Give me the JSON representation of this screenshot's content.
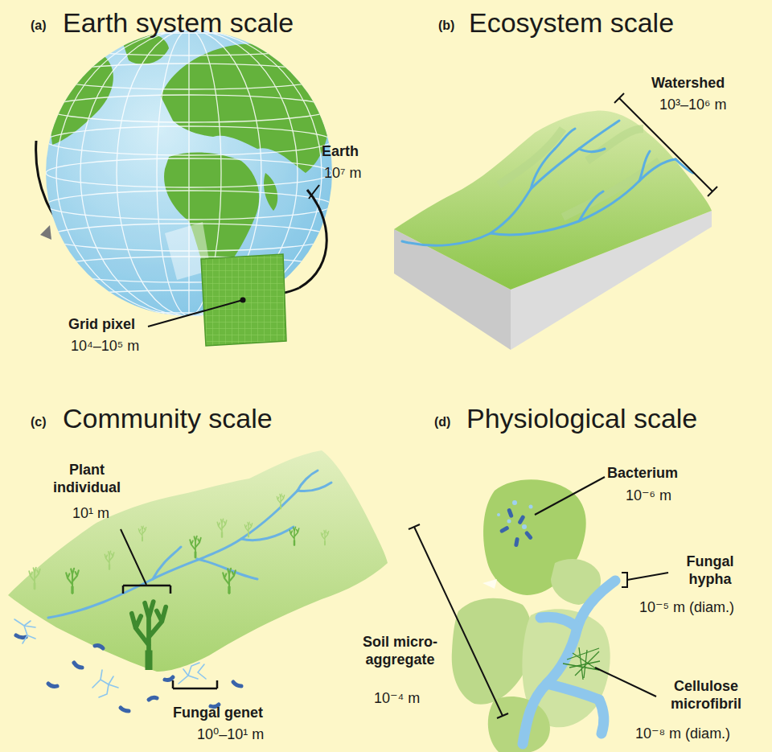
{
  "diagram": {
    "labels": [
      "(a)",
      "Earth system scale",
      "Earth",
      "10⁷ m",
      "Grid pixel",
      "10⁴–10⁵ m",
      "(b)",
      "Ecosystem scale",
      "Watershed",
      "10³–10⁶ m",
      "(c)",
      "Community scale",
      "Plant individual",
      "10¹ m",
      "Fungal genet",
      "10⁰–10¹ m",
      "(d)",
      "Physiological scale",
      "Bacterium",
      "10⁻⁶ m",
      "Fungal hypha",
      "10⁻⁵ m (diam.)",
      "Soil micro-aggregate",
      "10⁻⁴ m",
      "Cellulose microfibril",
      "10⁻⁸ m (diam.)"
    ]
  }
}
